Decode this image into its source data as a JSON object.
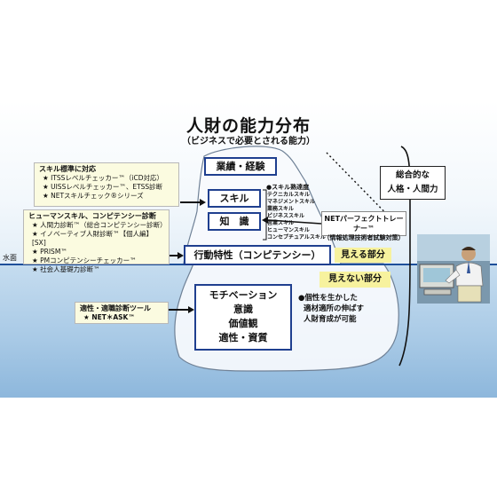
{
  "title": "人財の能力分布",
  "subtitle": "（ビジネスで必要とされる能力）",
  "water_label": "水面",
  "above_label": "見える部分",
  "below_label": "見えない部分",
  "skill_standard": {
    "heading": "スキル標準に対応",
    "items": [
      "★ ITSSレベルチェッカー™（iCD対応）",
      "★ UISSレベルチェッカー™、ETSS診断",
      "★ NETスキルチェック®シリーズ"
    ]
  },
  "human_skill": {
    "heading": "ヒューマンスキル、コンピテンシー診断",
    "items": [
      "★ 人間力診断™（総合コンピテンシー診断）",
      "★ イノベーティブ人財診断™【個人編】[SX]",
      "★ PRISM™",
      "★ PMコンピテンシーチェッカー™",
      "★ 社会人基礎力診断™"
    ]
  },
  "aptitude": {
    "heading": "適性・適職診断ツール",
    "items": [
      "★ NET＊ASK™"
    ]
  },
  "iceberg": {
    "performance": "業績・経験",
    "skill": "スキル",
    "knowledge": "知　識",
    "behavior": "行動特性（コンピテンシー）",
    "deep": [
      "モチベーション",
      "意識",
      "価値観",
      "適性・資質"
    ]
  },
  "skill_levels": {
    "heading": "●スキル熟達度",
    "items": [
      "テクニカルスキル",
      "マネジメントスキル",
      "業務スキル",
      "ビジネススキル",
      "営業スキル",
      "ヒューマンスキル",
      "コンセプチュアルスキル"
    ]
  },
  "trainer": {
    "title": "NETパーフェクトトレーナー™",
    "sub": "（情報処理技術者試験対策）"
  },
  "holistic": [
    "総合的な",
    "人格・人間力"
  ],
  "individuality": [
    "●個性を生かした",
    "適材適所の伸ばす",
    "人財育成が可能"
  ],
  "colors": {
    "frame": "#1f3f8f",
    "sea": "#a9cae6",
    "note_bg": "#fbfbe0",
    "yellow": "#f7f29e"
  }
}
